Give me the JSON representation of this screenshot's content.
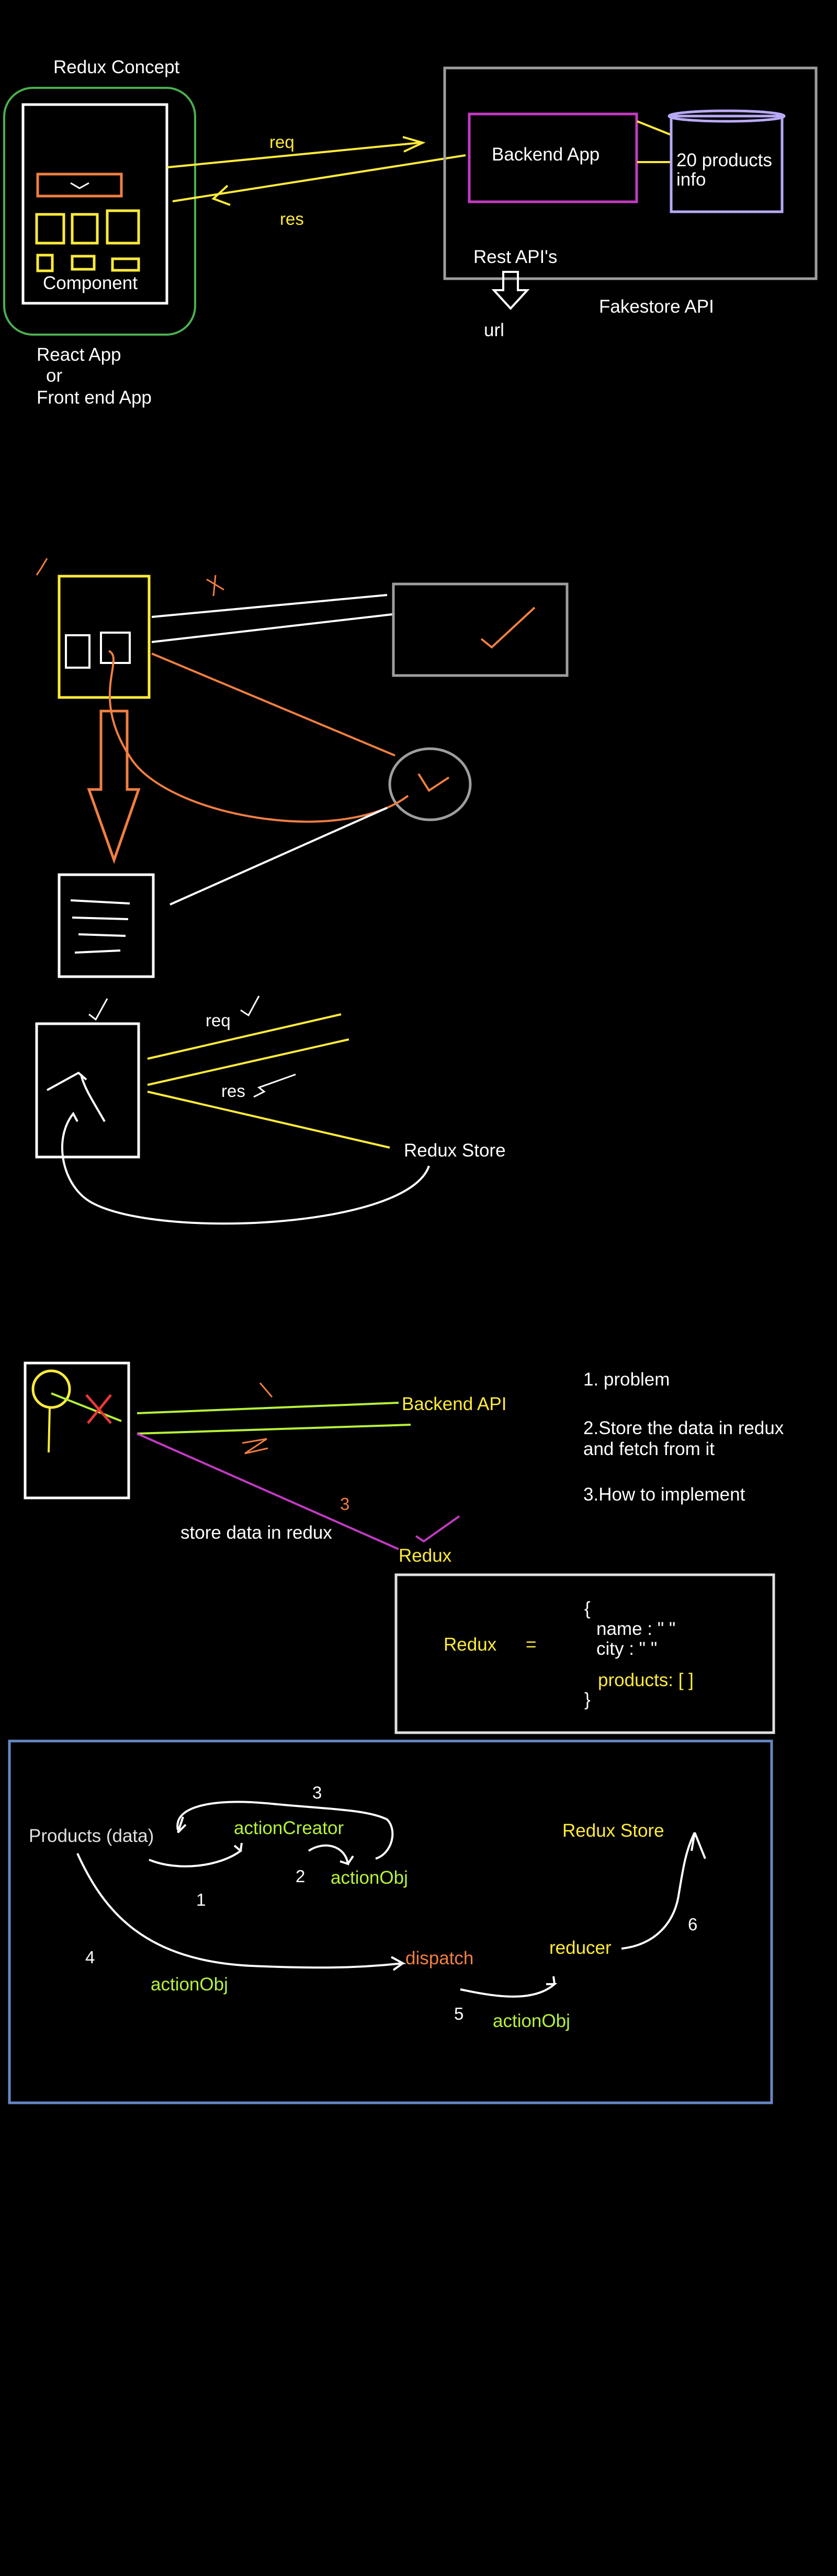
{
  "colors": {
    "background": "#000000",
    "white": "#ffffff",
    "yellow": "#ffeb3b",
    "green": "#4caf50",
    "lime": "#b7f23a",
    "orange": "#f07f42",
    "gray": "#9e9e9e",
    "purple": "#c23bc2",
    "lavender": "#b9a9f5",
    "blue": "#6688c4"
  },
  "section1": {
    "title": "Redux Concept",
    "component_label": "Component",
    "req_label": "req",
    "res_label": "res",
    "backend_label": "Backend App",
    "products_line1": "20 products",
    "products_line2": "info",
    "rest_label": "Rest API's",
    "url_label": "url",
    "fakestore_label": "Fakestore API",
    "react_line1": "React App",
    "react_line2": "or",
    "react_line3": "Front end App"
  },
  "section3": {
    "req_label": "req",
    "res_label": "res",
    "store_label": "Redux Store"
  },
  "section4": {
    "backend_api_label": "Backend API",
    "store_data_label": "store data in redux",
    "num3": "3",
    "redux_label": "Redux",
    "notes": [
      "1. problem",
      "2.Store the data in redux",
      "and fetch from it",
      "3.How to implement"
    ]
  },
  "section5": {
    "redux_label": "Redux",
    "equals": "=",
    "brace_open": "{",
    "name_line": "name : \" \"",
    "city_line": "city : \" \"",
    "products_line": "products: [ ]",
    "brace_close": "}"
  },
  "section6": {
    "products_label": "Products (data)",
    "action_creator_label": "actionCreator",
    "action_obj_1": "actionObj",
    "action_obj_2": "actionObj",
    "action_obj_3": "actionObj",
    "dispatch_label": "dispatch",
    "reducer_label": "reducer",
    "redux_store_label": "Redux Store",
    "step1": "1",
    "step2": "2",
    "step3": "3",
    "step4": "4",
    "step5": "5",
    "step6": "6"
  }
}
